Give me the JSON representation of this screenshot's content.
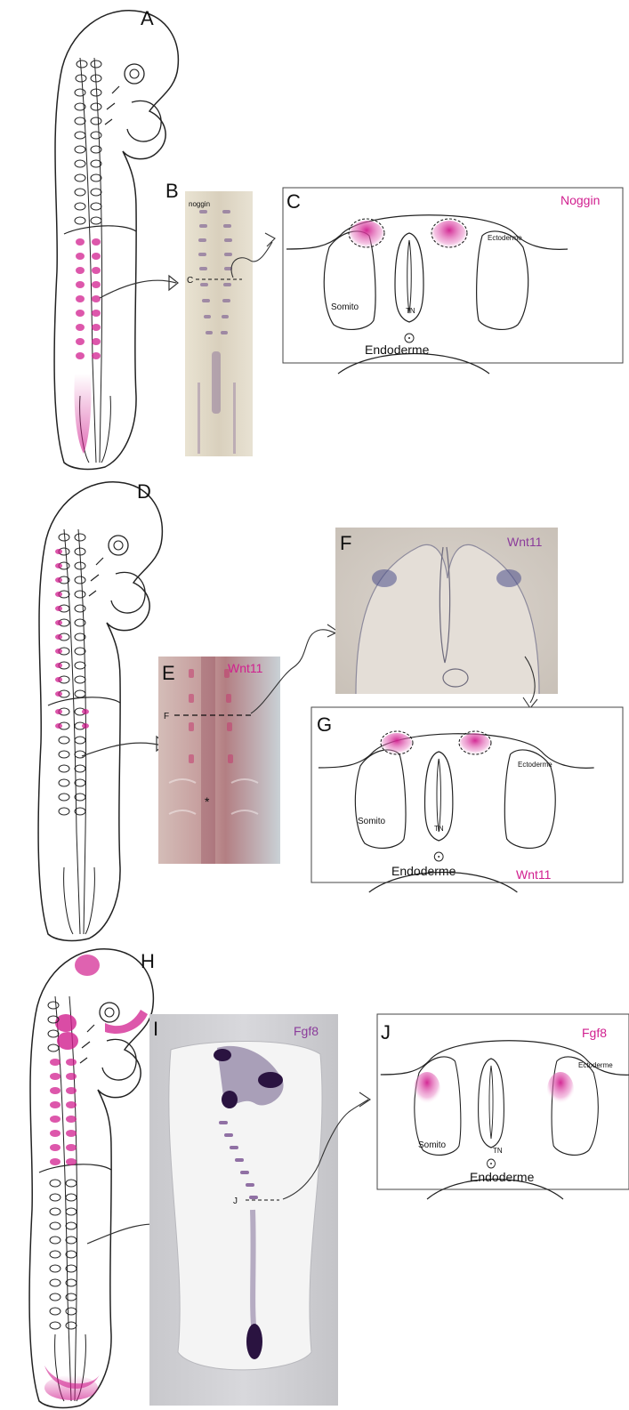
{
  "panels": {
    "A": "A",
    "B": "B",
    "C": "C",
    "D": "D",
    "E": "E",
    "F": "F",
    "G": "G",
    "H": "H",
    "I": "I",
    "J": "J"
  },
  "genes": {
    "B": "noggin",
    "C": "Noggin",
    "E": "Wnt11",
    "F": "Wnt11",
    "G": "Wnt11",
    "I": "Fgf8",
    "J": "Fgf8"
  },
  "section_marks": {
    "B": "C",
    "E": "F",
    "I": "J"
  },
  "tissue_labels": {
    "ectoderm": "Ectoderme",
    "somite": "Somito",
    "neural_tube": "TN",
    "endoderm": "Endoderme",
    "asterisk": "*"
  },
  "colors": {
    "expression": "#d11f8f",
    "stain": "#5b2a7a",
    "outline": "#222222"
  }
}
